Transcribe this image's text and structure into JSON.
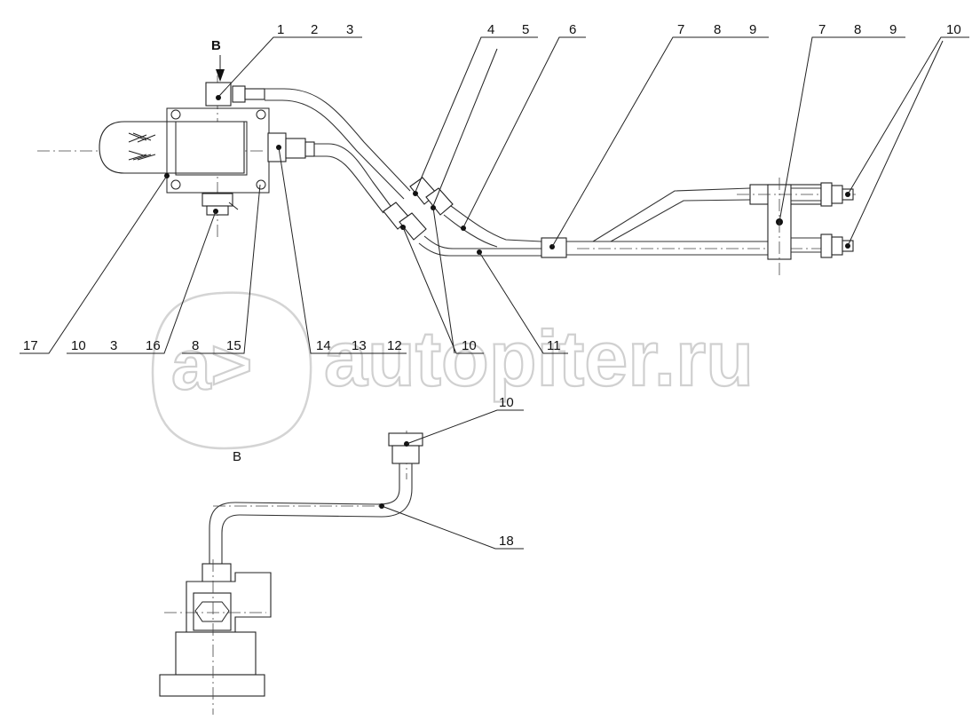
{
  "labels": {
    "l1": "1",
    "l2": "2",
    "l3": "3",
    "l4": "4",
    "l5": "5",
    "l6": "6",
    "l7a": "7",
    "l8a": "8",
    "l9a": "9",
    "l7b": "7",
    "l8b": "8",
    "l9b": "9",
    "l10top": "10",
    "l17": "17",
    "l10left": "10",
    "l3left": "3",
    "l16": "16",
    "l8mid": "8",
    "l15": "15",
    "l14": "14",
    "l13": "13",
    "l12": "12",
    "l10mid": "10",
    "l11": "11",
    "l10bottom": "10",
    "l18": "18"
  },
  "view_marker": {
    "arrow_label": "B",
    "view_label": "B"
  },
  "watermark": {
    "logo_text": "a>",
    "site_text": "autopiter.ru"
  },
  "colors": {
    "line": "#222222",
    "watermark": "#d0d0d0",
    "background": "#ffffff"
  }
}
